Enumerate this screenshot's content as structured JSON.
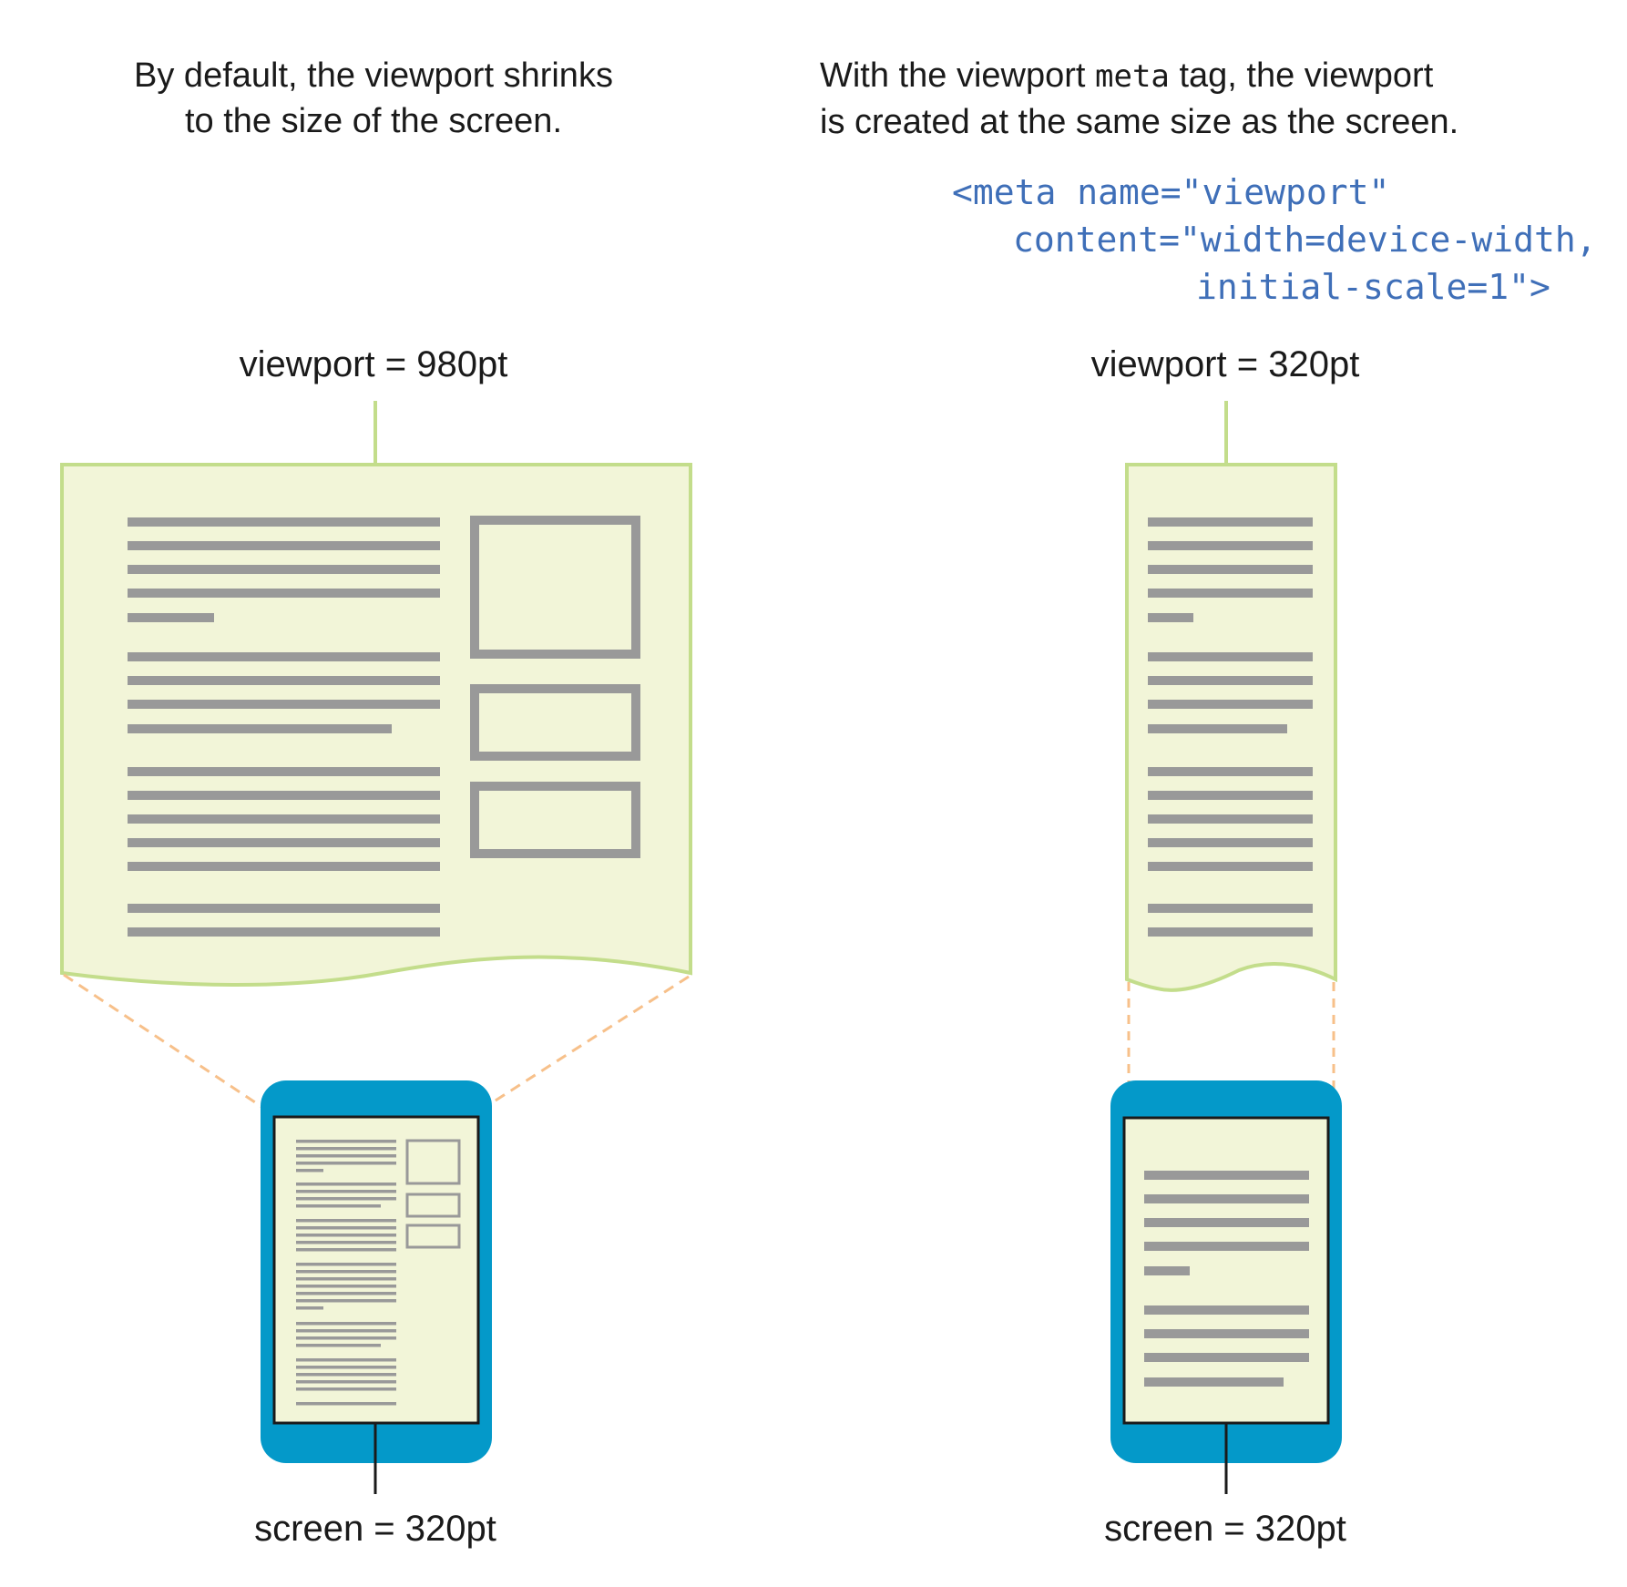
{
  "left_panel": {
    "caption_line1": "By default, the viewport shrinks",
    "caption_line2": "to the size of the screen.",
    "viewport_label": "viewport = 980pt",
    "screen_label": "screen = 320pt"
  },
  "right_panel": {
    "caption_line1_pre": "With the viewport ",
    "caption_line1_code": "meta",
    "caption_line1_post": " tag, the viewport",
    "caption_line2": "is created at the same size as the screen.",
    "code_line1": "<meta name=\"viewport\"",
    "code_line2": "content=\"width=device-width,",
    "code_line3": "initial-scale=1\">",
    "viewport_label": "viewport = 320pt",
    "screen_label": "screen = 320pt"
  },
  "colors": {
    "page_fill": "#f2f5d8",
    "page_border": "#c3dd8b",
    "text_lines": "#999999",
    "device_body": "#0499c9",
    "projection_dash": "#f7c08a",
    "code_blue": "#3f6fb8"
  }
}
